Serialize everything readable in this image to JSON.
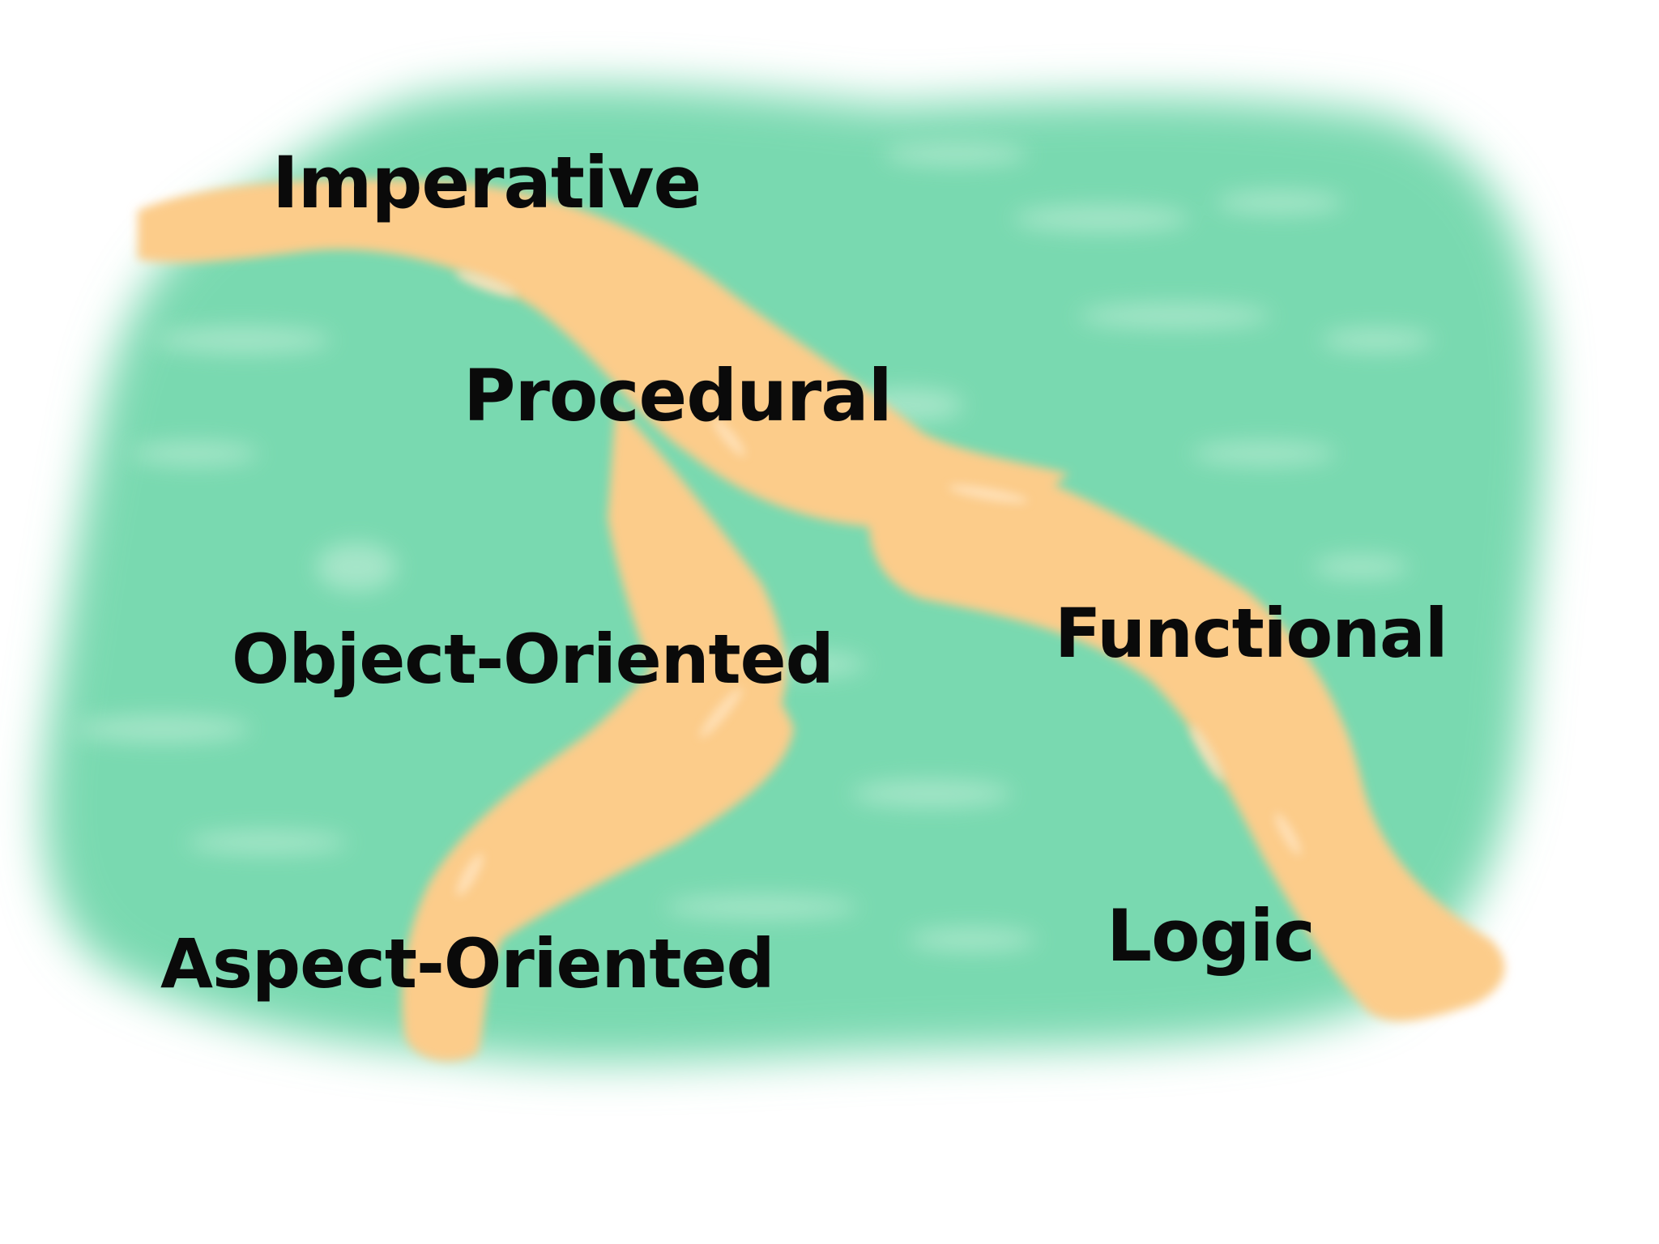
{
  "diagram": {
    "colors": {
      "background": "#ffffff",
      "sea": "#79d9b0",
      "sea_light": "#aee8cd",
      "river": "#fccc8a",
      "river_highlight": "#ffe3bd",
      "text": "#0a0a0a"
    },
    "labels": {
      "imperative": "Imperative",
      "procedural": "Procedural",
      "object_oriented": "Object-Oriented",
      "aspect_oriented": "Aspect-Oriented",
      "functional": "Functional",
      "logic": "Logic"
    }
  }
}
